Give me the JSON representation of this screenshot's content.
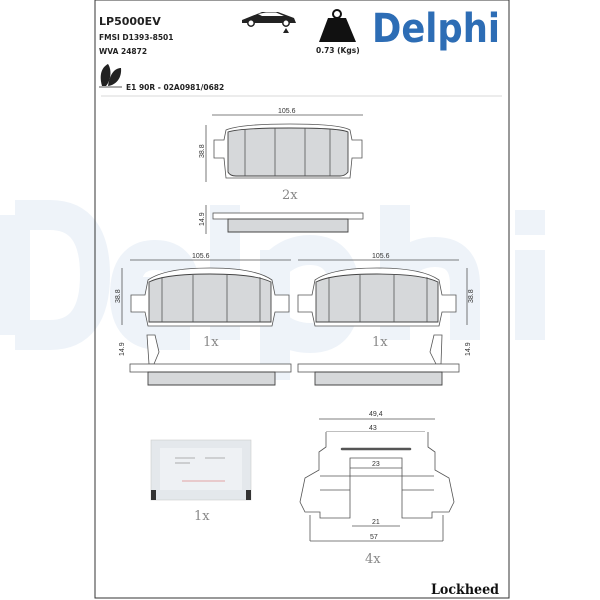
{
  "header": {
    "part_number": "LP5000EV",
    "fmsi": "FMSI D1393-8501",
    "wva": "WVA 24872",
    "weight": "0.73 (Kgs)",
    "approval": "E1 90R - 02A0981/0682",
    "brand": "Delphi",
    "watermark": "Delphi",
    "icons": [
      "car-rear-axle-icon",
      "weight-icon",
      "eco-leaf-icon"
    ]
  },
  "drawings": {
    "top_pad": {
      "width": "105.6",
      "height": "38.8",
      "thickness": "14.9",
      "quantity": "2x"
    },
    "left_pad": {
      "width": "105.6",
      "height": "38.8",
      "thickness": "14.9",
      "quantity": "1x"
    },
    "right_pad": {
      "width": "105.6",
      "height": "38.8",
      "thickness": "14.9",
      "quantity": "1x"
    },
    "grease_sachet": {
      "quantity": "1x"
    },
    "clip": {
      "outer_top": "49,4",
      "inner_top": "43",
      "center_top": "23",
      "center_bottom": "21",
      "bottom": "57",
      "quantity": "4x"
    }
  },
  "footer": {
    "logo": "Lockheed"
  },
  "colors": {
    "brand_blue": "#2d6db5",
    "watermark": "#eef3f9",
    "pad_fill": "#d6d8da"
  }
}
